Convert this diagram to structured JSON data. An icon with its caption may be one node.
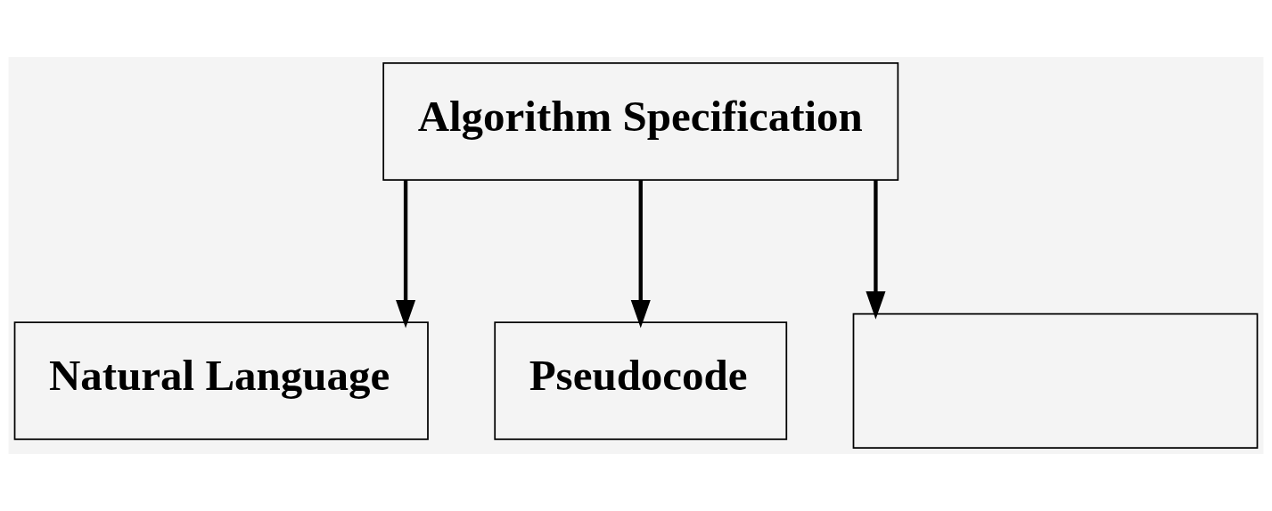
{
  "diagram": {
    "nodes": [
      {
        "text": [
          "Algorithm Specification"
        ]
      },
      {
        "text": [
          "Natural Language"
        ]
      },
      {
        "text": [
          "Pseudocode"
        ]
      },
      {
        "text": [],
        "shape": "box"
      }
    ],
    "edges": [
      {
        "from": 0,
        "to": 1,
        "arrow": "to"
      },
      {
        "from": 0,
        "to": 2,
        "arrow": "to"
      },
      {
        "from": 0,
        "to": 3,
        "arrow": "to"
      }
    ]
  }
}
